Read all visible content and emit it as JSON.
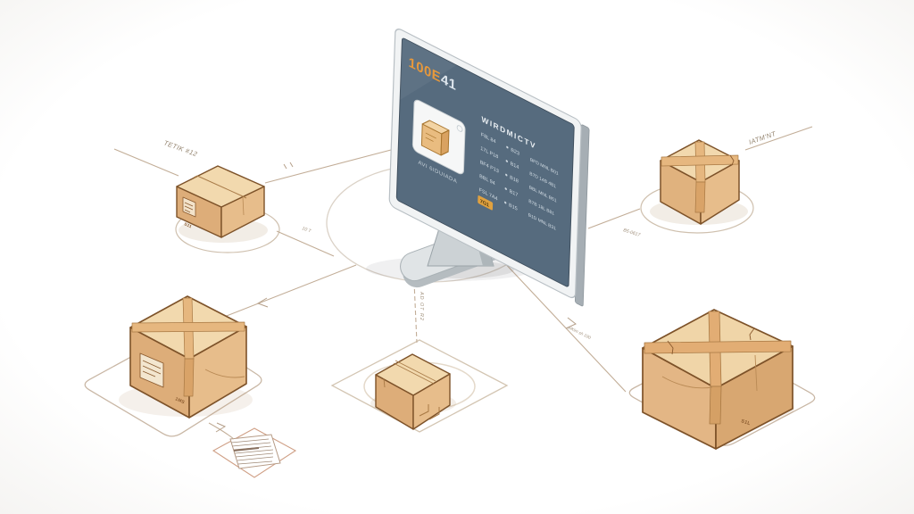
{
  "screen": {
    "title_accent": "100E",
    "title_rest": "41",
    "card_caption": "AVI 6IDUIADA",
    "table_header": "WIRDMICTV",
    "table_rows": [
      {
        "c1": "F8L 84",
        "c2": "B23",
        "c3": "BPD MNL B01"
      },
      {
        "c1": "17L P18",
        "c2": "B14",
        "c3": "B7D 14B 4B1"
      },
      {
        "c1": "BF4 P13",
        "c2": "B18",
        "c3": "BBL MNL B51"
      },
      {
        "c1": "BBL 94",
        "c2": "B17",
        "c3": "B7B 18L B81"
      },
      {
        "c1": "FSL 7A4",
        "c2": "B15",
        "c3": "B1D MNL B31"
      }
    ],
    "highlight_tag": "7G1"
  },
  "line_labels": {
    "northwest": "TETIK #12",
    "northeast": "IATM'NT",
    "center_drop": "AD OT R2",
    "hub_right": "B5-0617",
    "hub_left": "10 T",
    "southeast": "elKim sh 190"
  },
  "box_marks": {
    "northwest": "S11",
    "southwest": "1MS",
    "southeast": "S1L"
  },
  "colors": {
    "accent_orange": "#E8993B",
    "screen_slate": "#566B7E",
    "carton_tan": "#E3B685",
    "line_tan": "#C2AD97"
  }
}
